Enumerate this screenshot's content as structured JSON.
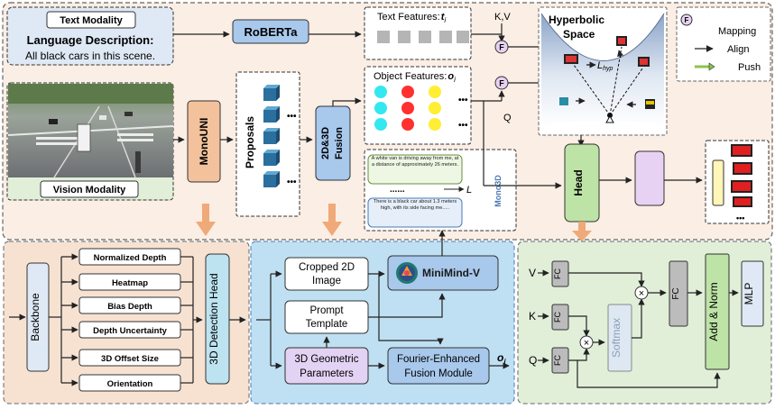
{
  "top": {
    "text_modality": "Text Modality",
    "language_description": "Language Description:",
    "example_sentence": "All black cars in this scene.",
    "roberta": "RoBERTa",
    "text_features": "Text Features:",
    "text_features_symbol": "t",
    "text_features_sub": "i",
    "kv": "K,V",
    "q": "Q",
    "object_features": "Object Features:",
    "object_features_symbol": "o",
    "object_features_sub": "i",
    "vision_modality": "Vision  Modality",
    "monouni": "MonoUNI",
    "proposals": "Proposals",
    "fusion_line1": "2D&3D",
    "fusion_line2": "Fusion",
    "head": "Head",
    "mono3d": "Mono3D",
    "ellipsis": "......",
    "loss_symbol": "L",
    "hyperbolic_line1": "Hyperbolic",
    "hyperbolic_line2": "Space",
    "hyp_loss": "L",
    "hyp_loss_sub": "hyp",
    "f_symbol": "F",
    "more_dots": "•••"
  },
  "descriptions": [
    "A white van is driving away from me, at a distance of approximately 26 meters.",
    "There is a black car about 1.3 meters high, with its side facing me....."
  ],
  "legend": {
    "mapping": "Mapping",
    "align": "Align",
    "push": "Push",
    "f_symbol": "F"
  },
  "backbone": {
    "label": "Backbone",
    "outputs": [
      "Normalized Depth",
      "Heatmap",
      "Bias Depth",
      "Depth Uncertainty",
      "3D Offset Size",
      "Orientation"
    ],
    "detection_head": "3D Detection Head"
  },
  "fusion_panel": {
    "cropped_line1": "Cropped 2D",
    "cropped_line2": "Image",
    "minimind": "MiniMind-V",
    "prompt_line1": "Prompt",
    "prompt_line2": "Template",
    "geom_line1": "3D Geometric",
    "geom_line2": "Parameters",
    "fourier_line1": "Fourier-Enhanced",
    "fourier_line2": "Fusion Module",
    "output_symbol": "o",
    "output_sub": "i"
  },
  "attention_panel": {
    "v": "V",
    "k": "K",
    "q": "Q",
    "fc": "FC",
    "softmax": "Softmax",
    "add_norm": "Add & Norm",
    "mlp": "MLP",
    "times": "×"
  },
  "colors": {
    "peach_bg": "#f7e2d2",
    "blue_bg": "#bfe0f2",
    "green_bg": "#e1efd9",
    "text_box": "#dfe9f6",
    "orange_box": "#f3c29c",
    "green_box": "#bde3a6",
    "fusion_box": "#a8c8ec",
    "purple_box": "#e8d2f3",
    "dark_navy": "#1f3f6b",
    "arrow_orange": "#f0a978",
    "red": "#ff3030",
    "yellow": "#ffee33",
    "cyan": "#33e8f0"
  }
}
